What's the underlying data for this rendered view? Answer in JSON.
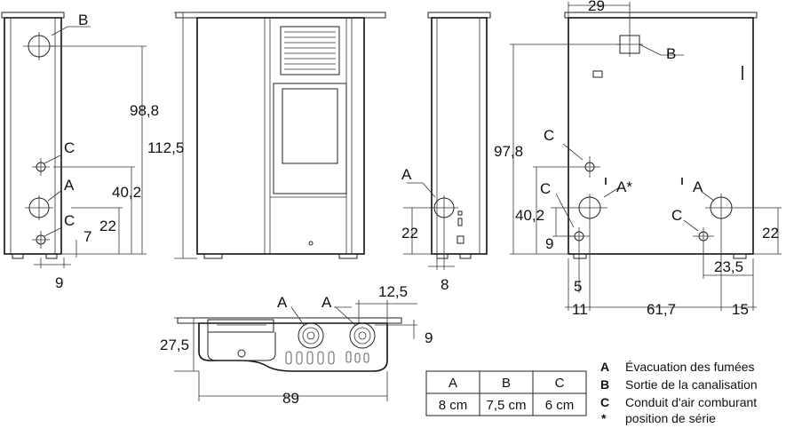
{
  "side_left": {
    "label_b": "B",
    "label_c1": "C",
    "label_a": "A",
    "label_c2": "C",
    "dim_height_b": "98,8",
    "dim_height_c": "40,2",
    "dim_22": "22",
    "dim_7": "7",
    "dim_9": "9"
  },
  "front": {
    "dim_height_total": "112,5"
  },
  "side_right": {
    "label_a": "A",
    "dim_22": "22",
    "dim_8": "8"
  },
  "rear": {
    "dim_29": "29",
    "label_b": "B",
    "label_c1": "C",
    "label_a_star": "A*",
    "label_c2": "C",
    "label_a": "A",
    "label_c3": "C",
    "dim_97_8": "97,8",
    "dim_40_2": "40,2",
    "dim_9": "9",
    "dim_22": "22",
    "dim_23_5": "23,5",
    "dim_5": "5",
    "dim_11": "11",
    "dim_61_7": "61,7",
    "dim_15": "15"
  },
  "top": {
    "label_a1": "A",
    "label_a2": "A",
    "dim_12_5": "12,5",
    "dim_9": "9",
    "dim_27_5": "27,5",
    "dim_89": "89"
  },
  "table": {
    "headers": [
      "A",
      "B",
      "C"
    ],
    "values": [
      "8 cm",
      "7,5 cm",
      "6 cm"
    ]
  },
  "legend": [
    {
      "key": "A",
      "text": "Évacuation des fumées"
    },
    {
      "key": "B",
      "text": "Sortie de la canalisation"
    },
    {
      "key": "C",
      "text": "Conduit d'air comburant"
    },
    {
      "key": "*",
      "text": "position de série"
    }
  ]
}
